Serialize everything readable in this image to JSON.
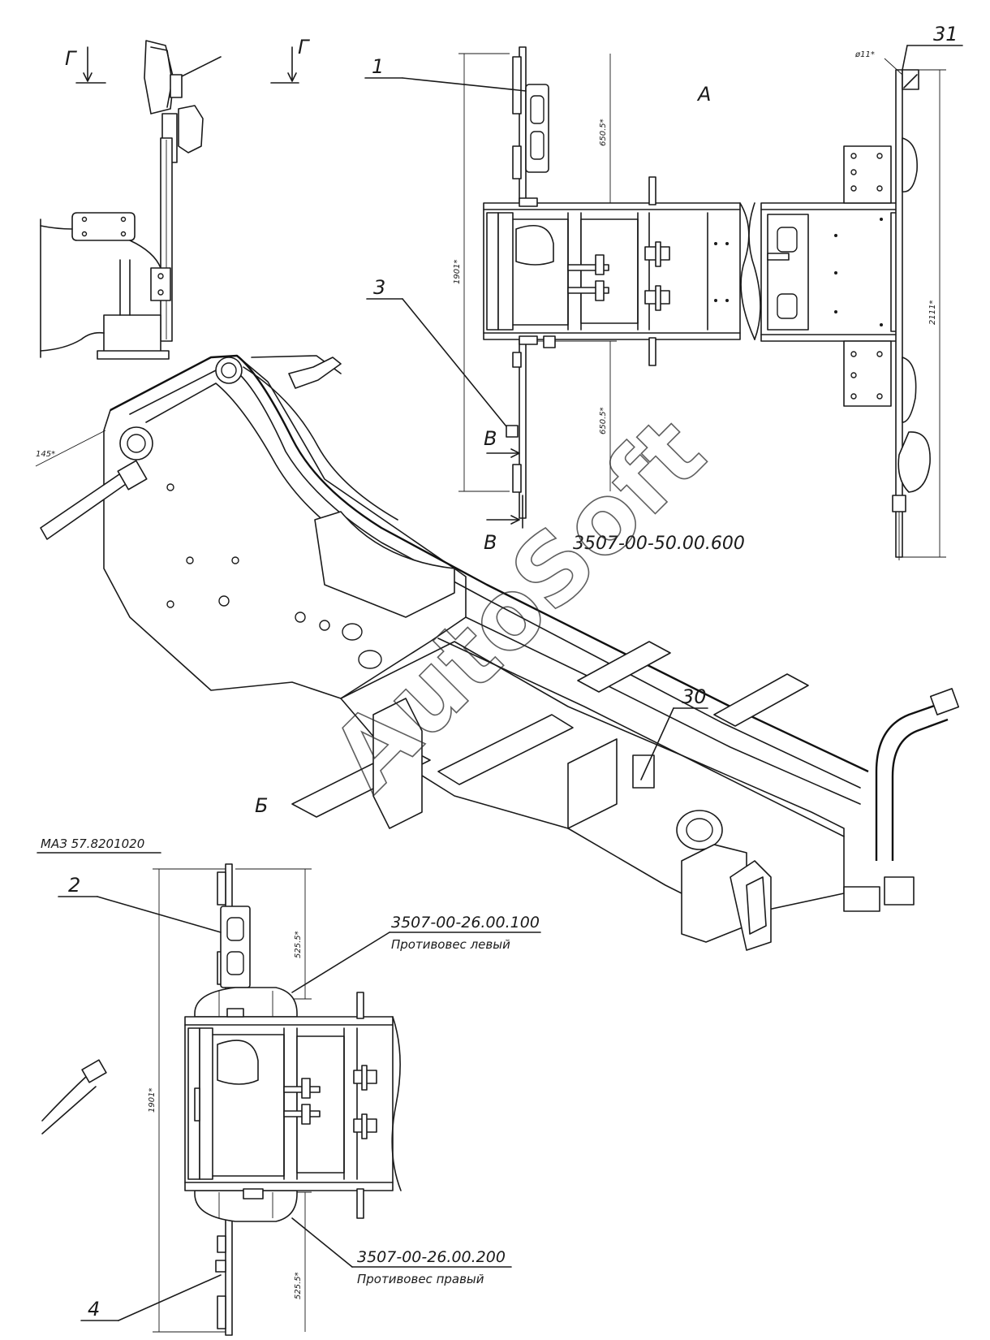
{
  "callouts": {
    "c1": "1",
    "c2": "2",
    "c3": "3",
    "c4": "4",
    "c30": "30",
    "c31": "31"
  },
  "view_labels": {
    "section_g_left": "Г",
    "section_g_right": "Г",
    "view_a": "А",
    "view_b": "Б",
    "section_v_top": "В",
    "section_v_bottom": "В"
  },
  "dimensions": {
    "top_upper": "650.5*",
    "top_lower": "650.5*",
    "top_overall": "1901*",
    "right_overall": "2111*",
    "diameter": "ø11*",
    "bottom_upper": "525.5*",
    "bottom_lower": "525.5*",
    "bottom_overall": "1901*",
    "left_partial": "145*"
  },
  "part_codes": {
    "frame_assembly": "3507-00-50.00.600",
    "counterweight_left_code": "3507-00-26.00.100",
    "counterweight_left_name": "Противовес левый",
    "counterweight_right_code": "3507-00-26.00.200",
    "counterweight_right_name": "Противовес правый",
    "lamp": "МАЗ 57.8201020"
  },
  "watermark": "AutoSoft"
}
